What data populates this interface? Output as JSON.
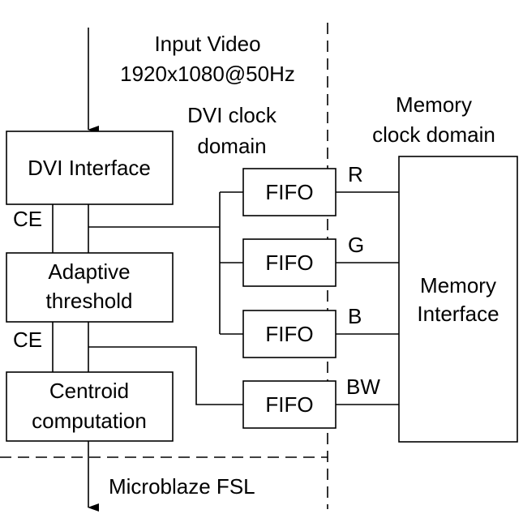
{
  "input": {
    "line1": "Input Video",
    "line2": "1920x1080@50Hz"
  },
  "domains": {
    "dvi": {
      "line1": "DVI clock",
      "line2": "domain"
    },
    "memory": {
      "line1": "Memory",
      "line2": "clock domain"
    }
  },
  "blocks": {
    "dvi_interface": "DVI Interface",
    "adaptive_threshold": {
      "line1": "Adaptive",
      "line2": "threshold"
    },
    "centroid": {
      "line1": "Centroid",
      "line2": "computation"
    },
    "memory_interface": {
      "line1": "Memory",
      "line2": "Interface"
    }
  },
  "ce_labels": [
    "CE",
    "CE"
  ],
  "fifos": [
    {
      "label": "FIFO",
      "channel": "R"
    },
    {
      "label": "FIFO",
      "channel": "G"
    },
    {
      "label": "FIFO",
      "channel": "B"
    },
    {
      "label": "FIFO",
      "channel": "BW"
    }
  ],
  "output": {
    "label": "Microblaze FSL"
  }
}
